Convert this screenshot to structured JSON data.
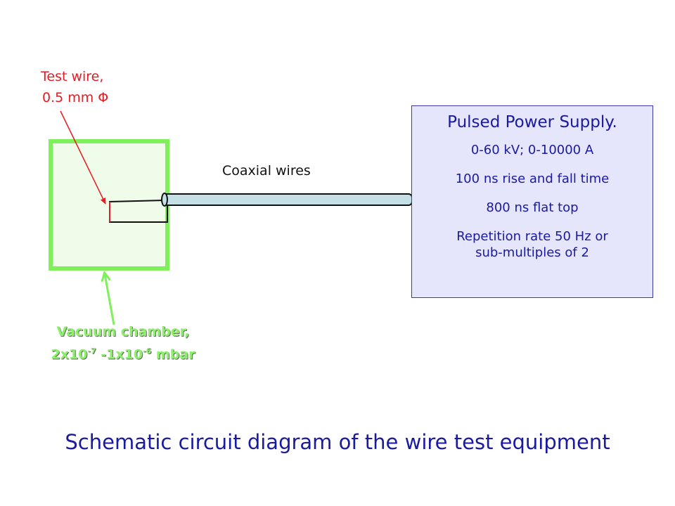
{
  "test_wire": {
    "line1": "Test wire,",
    "line2": "0.5 mm Φ"
  },
  "coax_label": "Coaxial wires",
  "vacuum_chamber": {
    "line1": "Vacuum chamber,",
    "base1": "2x10",
    "exp1": "-7",
    "mid": " -1x10",
    "exp2": "-6",
    "tail": " mbar"
  },
  "power_supply": {
    "title": "Pulsed Power Supply.",
    "lines": [
      "0-60 kV; 0-10000 A",
      "100 ns rise and fall time",
      "800 ns flat top",
      "Repetition rate 50 Hz or",
      "sub-multiples of 2"
    ]
  },
  "caption": "Schematic circuit diagram of the wire test equipment",
  "colors": {
    "chamber_border": "#7ef05a",
    "chamber_fill": "#effcea",
    "test_wire_red": "#e51c23",
    "coax_fill": "#c4e0e6",
    "box_fill": "#e5e5fb",
    "text_blue": "#1a1aa0"
  }
}
